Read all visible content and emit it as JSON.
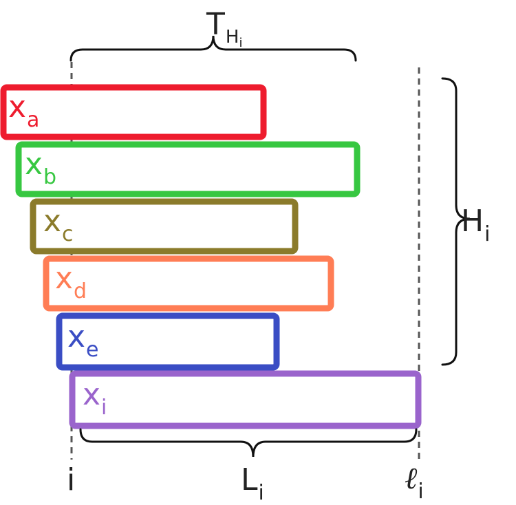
{
  "colors": {
    "a": "#ee1c2e",
    "b": "#37c741",
    "c": "#8b7b2b",
    "d": "#ff7d55",
    "e": "#3a4dc4",
    "i": "#9a64cc",
    "annotation": "#222222",
    "guide": "#555555"
  },
  "bars": [
    {
      "id": "a",
      "label": "x",
      "sub": "a"
    },
    {
      "id": "b",
      "label": "x",
      "sub": "b"
    },
    {
      "id": "c",
      "label": "x",
      "sub": "c"
    },
    {
      "id": "d",
      "label": "x",
      "sub": "d"
    },
    {
      "id": "e",
      "label": "x",
      "sub": "e"
    },
    {
      "id": "i",
      "label": "x",
      "sub": "i"
    }
  ],
  "labels": {
    "T": {
      "main": "T",
      "sub": "H",
      "subsub": "i"
    },
    "H": {
      "main": "H",
      "sub": "i"
    },
    "L": {
      "main": "L",
      "sub": "i"
    },
    "i": "i",
    "ell": {
      "main": "ℓ",
      "sub": "i"
    }
  }
}
